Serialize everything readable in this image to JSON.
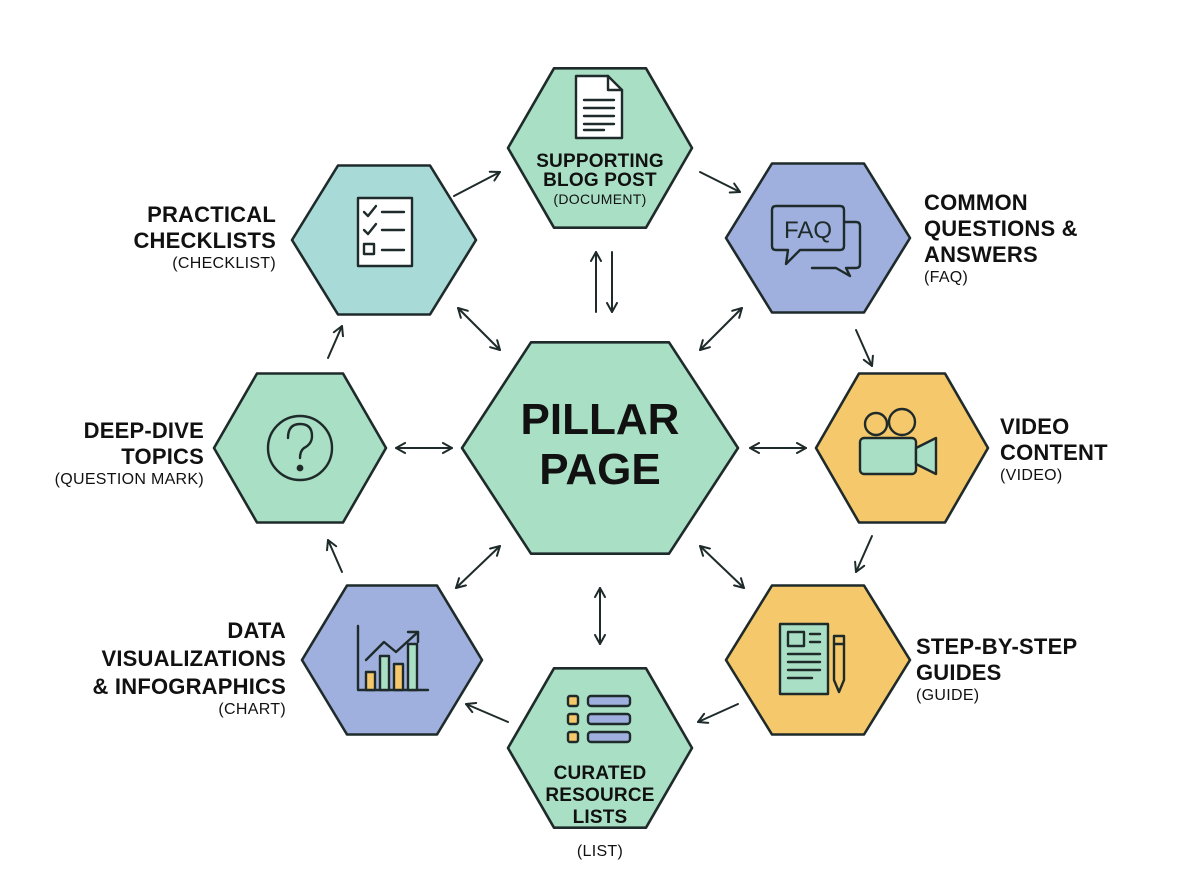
{
  "colors": {
    "green": "#a9dfc4",
    "teal": "#a8dad7",
    "blue": "#9fb0de",
    "yellow": "#f5c96b",
    "outline": "#1f2a2a"
  },
  "center": {
    "line1": "PILLAR",
    "line2": "PAGE",
    "color": "green"
  },
  "nodes": {
    "blog": {
      "title1": "SUPPORTING",
      "title2": "BLOG POST",
      "sub": "(DOCUMENT)",
      "icon": "document-icon",
      "color": "green"
    },
    "faq": {
      "title1": "COMMON",
      "title2": "QUESTIONS &",
      "title3": "ANSWERS",
      "sub": "(FAQ)",
      "icon_text": "FAQ",
      "icon": "faq-bubbles-icon",
      "color": "blue"
    },
    "video": {
      "title1": "VIDEO",
      "title2": "CONTENT",
      "sub": "(VIDEO)",
      "icon": "video-camera-icon",
      "color": "yellow"
    },
    "guide": {
      "title1": "STEP-BY-STEP",
      "title2": "GUIDES",
      "sub": "(GUIDE)",
      "icon": "guide-pencil-icon",
      "color": "yellow"
    },
    "list": {
      "title1": "CURATED",
      "title2": "RESOURCE",
      "title3": "LISTS",
      "sub": "(LIST)",
      "icon": "list-icon",
      "color": "green"
    },
    "chart": {
      "title1": "DATA",
      "title2": "VISUALIZATIONS",
      "title3": "& INFOGRAPHICS",
      "sub": "(CHART)",
      "icon": "bar-chart-icon",
      "color": "blue"
    },
    "deepdive": {
      "title1": "DEEP-DIVE",
      "title2": "TOPICS",
      "sub": "(QUESTION MARK)",
      "icon": "question-mark-icon",
      "color": "green"
    },
    "checklist": {
      "title1": "PRACTICAL",
      "title2": "CHECKLISTS",
      "sub": "(CHECKLIST)",
      "icon": "checklist-icon",
      "color": "teal"
    }
  }
}
